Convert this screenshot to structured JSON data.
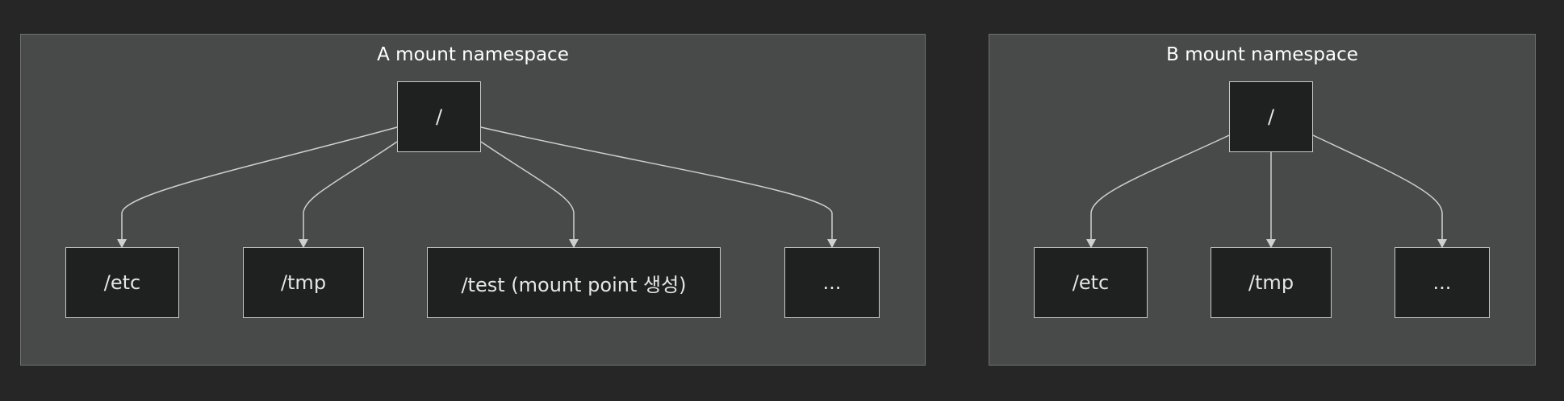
{
  "namespaces": {
    "a": {
      "title": "A mount namespace",
      "root": "/",
      "children": [
        "/etc",
        "/tmp",
        "/test (mount point 생성)",
        "..."
      ]
    },
    "b": {
      "title": "B mount namespace",
      "root": "/",
      "children": [
        "/etc",
        "/tmp",
        "..."
      ]
    }
  },
  "colors": {
    "background": "#262626",
    "cluster": "#484949",
    "node": "#1f2020",
    "edge": "#cfcfcf"
  }
}
